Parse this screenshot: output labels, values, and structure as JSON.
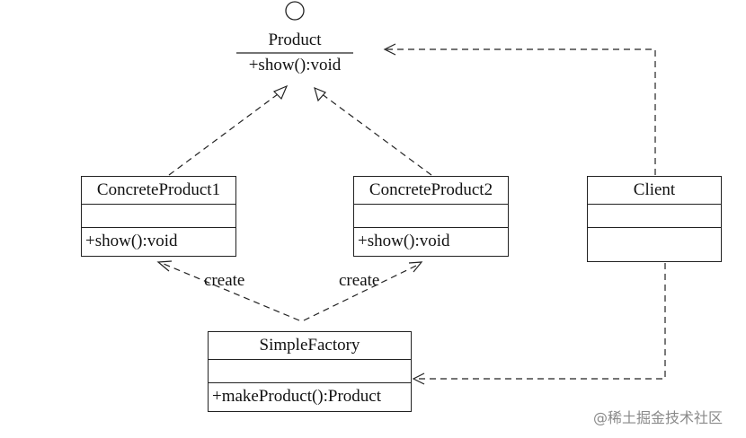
{
  "diagram": {
    "interface": {
      "name": "Product",
      "operation": "+show():void"
    },
    "classes": {
      "concrete1": {
        "name": "ConcreteProduct1",
        "operation": "+show():void"
      },
      "concrete2": {
        "name": "ConcreteProduct2",
        "operation": "+show():void"
      },
      "client": {
        "name": "Client"
      },
      "factory": {
        "name": "SimpleFactory",
        "operation": "+makeProduct():Product"
      }
    },
    "labels": {
      "create_left": "create",
      "create_right": "create"
    }
  },
  "watermark": "@稀土掘金技术社区",
  "colors": {
    "line": "#222222",
    "background": "#ffffff",
    "watermark": "#8a8a8a"
  }
}
